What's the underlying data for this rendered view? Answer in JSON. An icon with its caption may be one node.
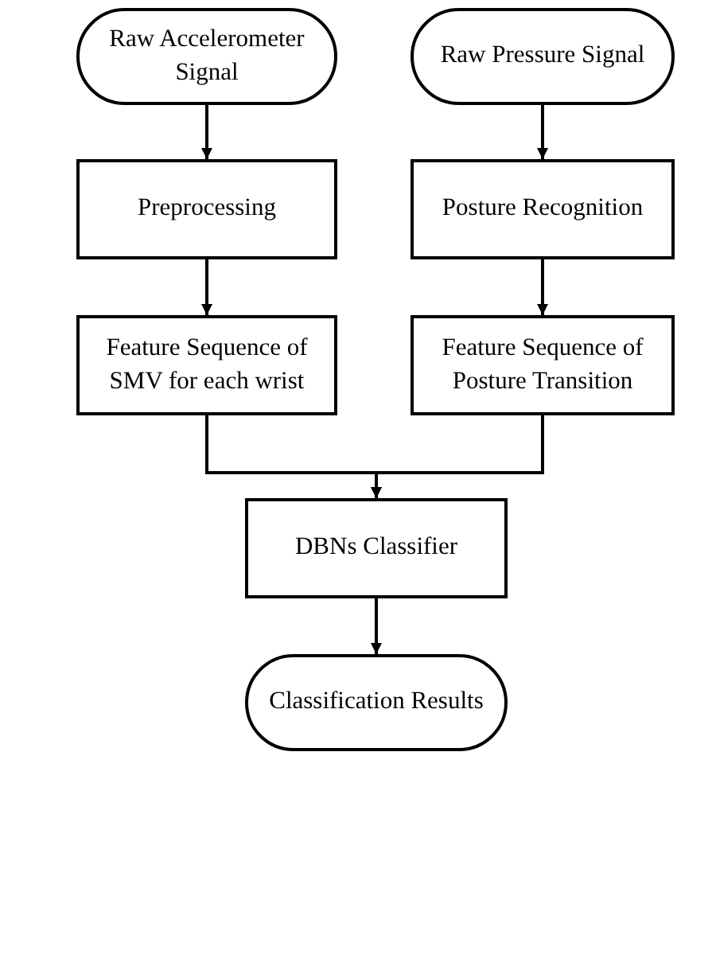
{
  "diagram": {
    "nodes": [
      {
        "text": [
          "Raw Accelerometer Signal"
        ]
      },
      {
        "text": [
          "Raw Pressure Signal"
        ]
      },
      {
        "text": [
          "Preprocessing"
        ]
      },
      {
        "text": [
          "Posture Recognition"
        ]
      },
      {
        "text": [
          "Feature Sequence of SMV for each wrist"
        ]
      },
      {
        "text": [
          "Feature Sequence of Posture Transition"
        ]
      },
      {
        "text": [
          "DBNs Classifier"
        ]
      },
      {
        "text": [
          "Classification Results"
        ]
      }
    ],
    "edges": [
      {
        "from": 0,
        "to": 2,
        "arrow": "to"
      },
      {
        "from": 1,
        "to": 3,
        "arrow": "to"
      },
      {
        "from": 2,
        "to": 4,
        "arrow": "to"
      },
      {
        "from": 3,
        "to": 5,
        "arrow": "to"
      },
      {
        "from": 4,
        "to": 6,
        "arrow": "to"
      },
      {
        "from": 5,
        "to": 6,
        "arrow": "to"
      },
      {
        "from": 6,
        "to": 7,
        "arrow": "to"
      }
    ]
  }
}
